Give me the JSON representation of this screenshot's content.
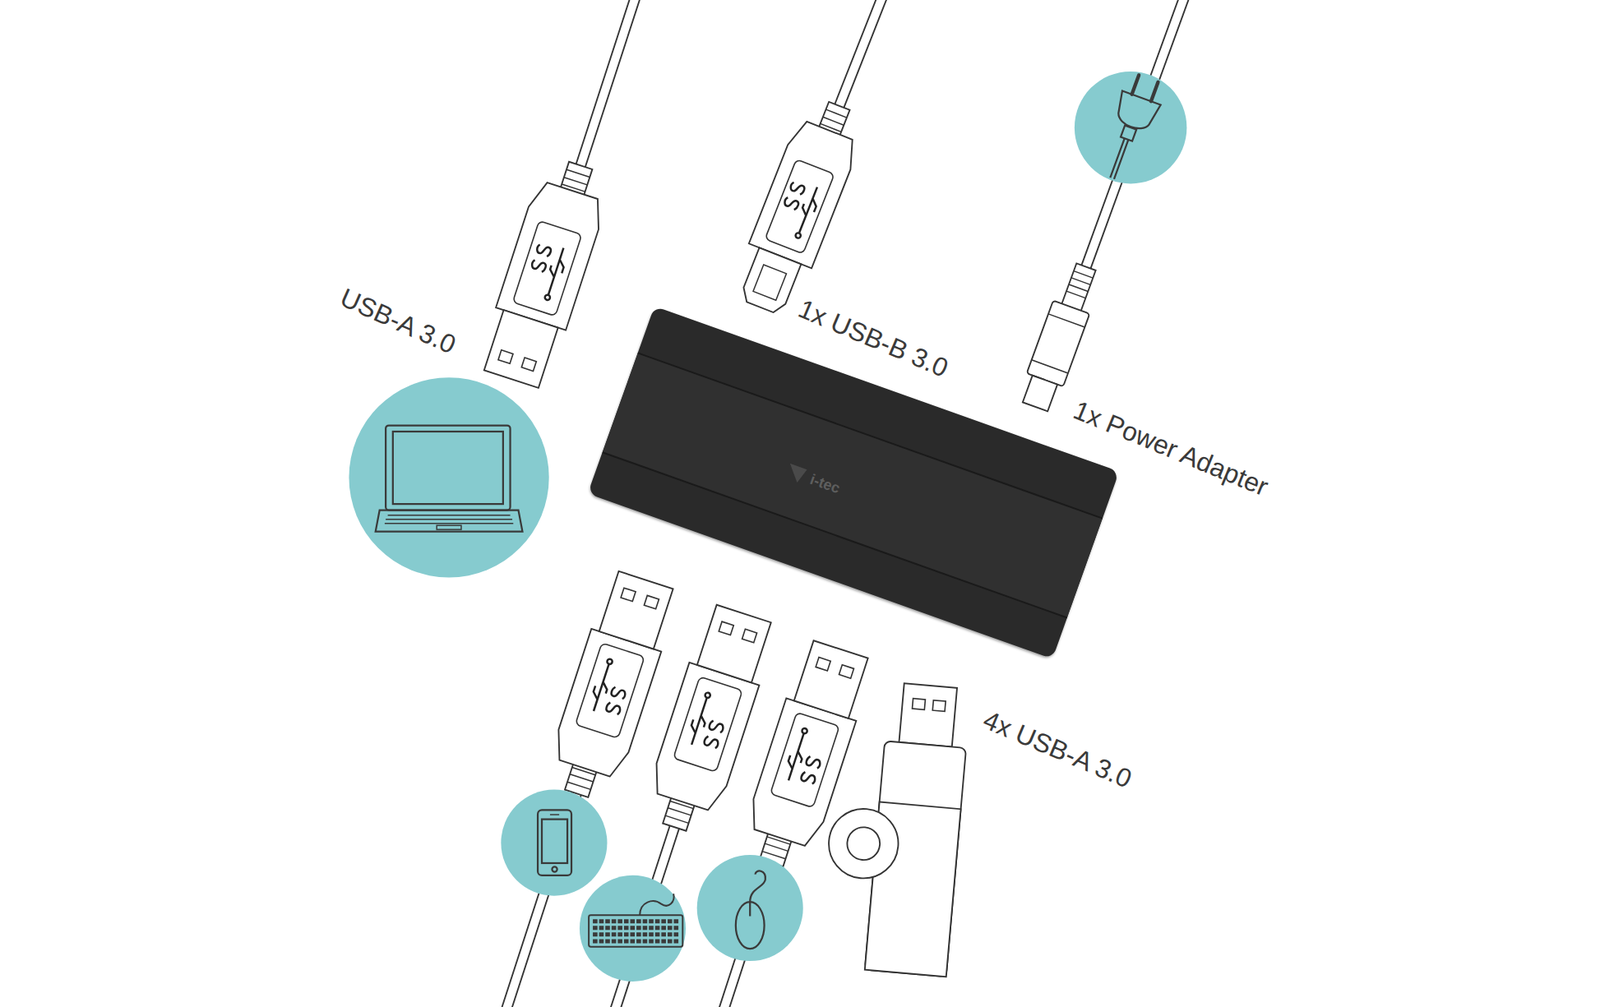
{
  "diagram": {
    "nodes": [
      {
        "text": [
          "i-tec"
        ]
      }
    ],
    "labels": [
      "USB-A 3.0",
      "1x USB-B 3.0",
      "1x Power Adapter",
      "4x USB-A 3.0"
    ]
  }
}
